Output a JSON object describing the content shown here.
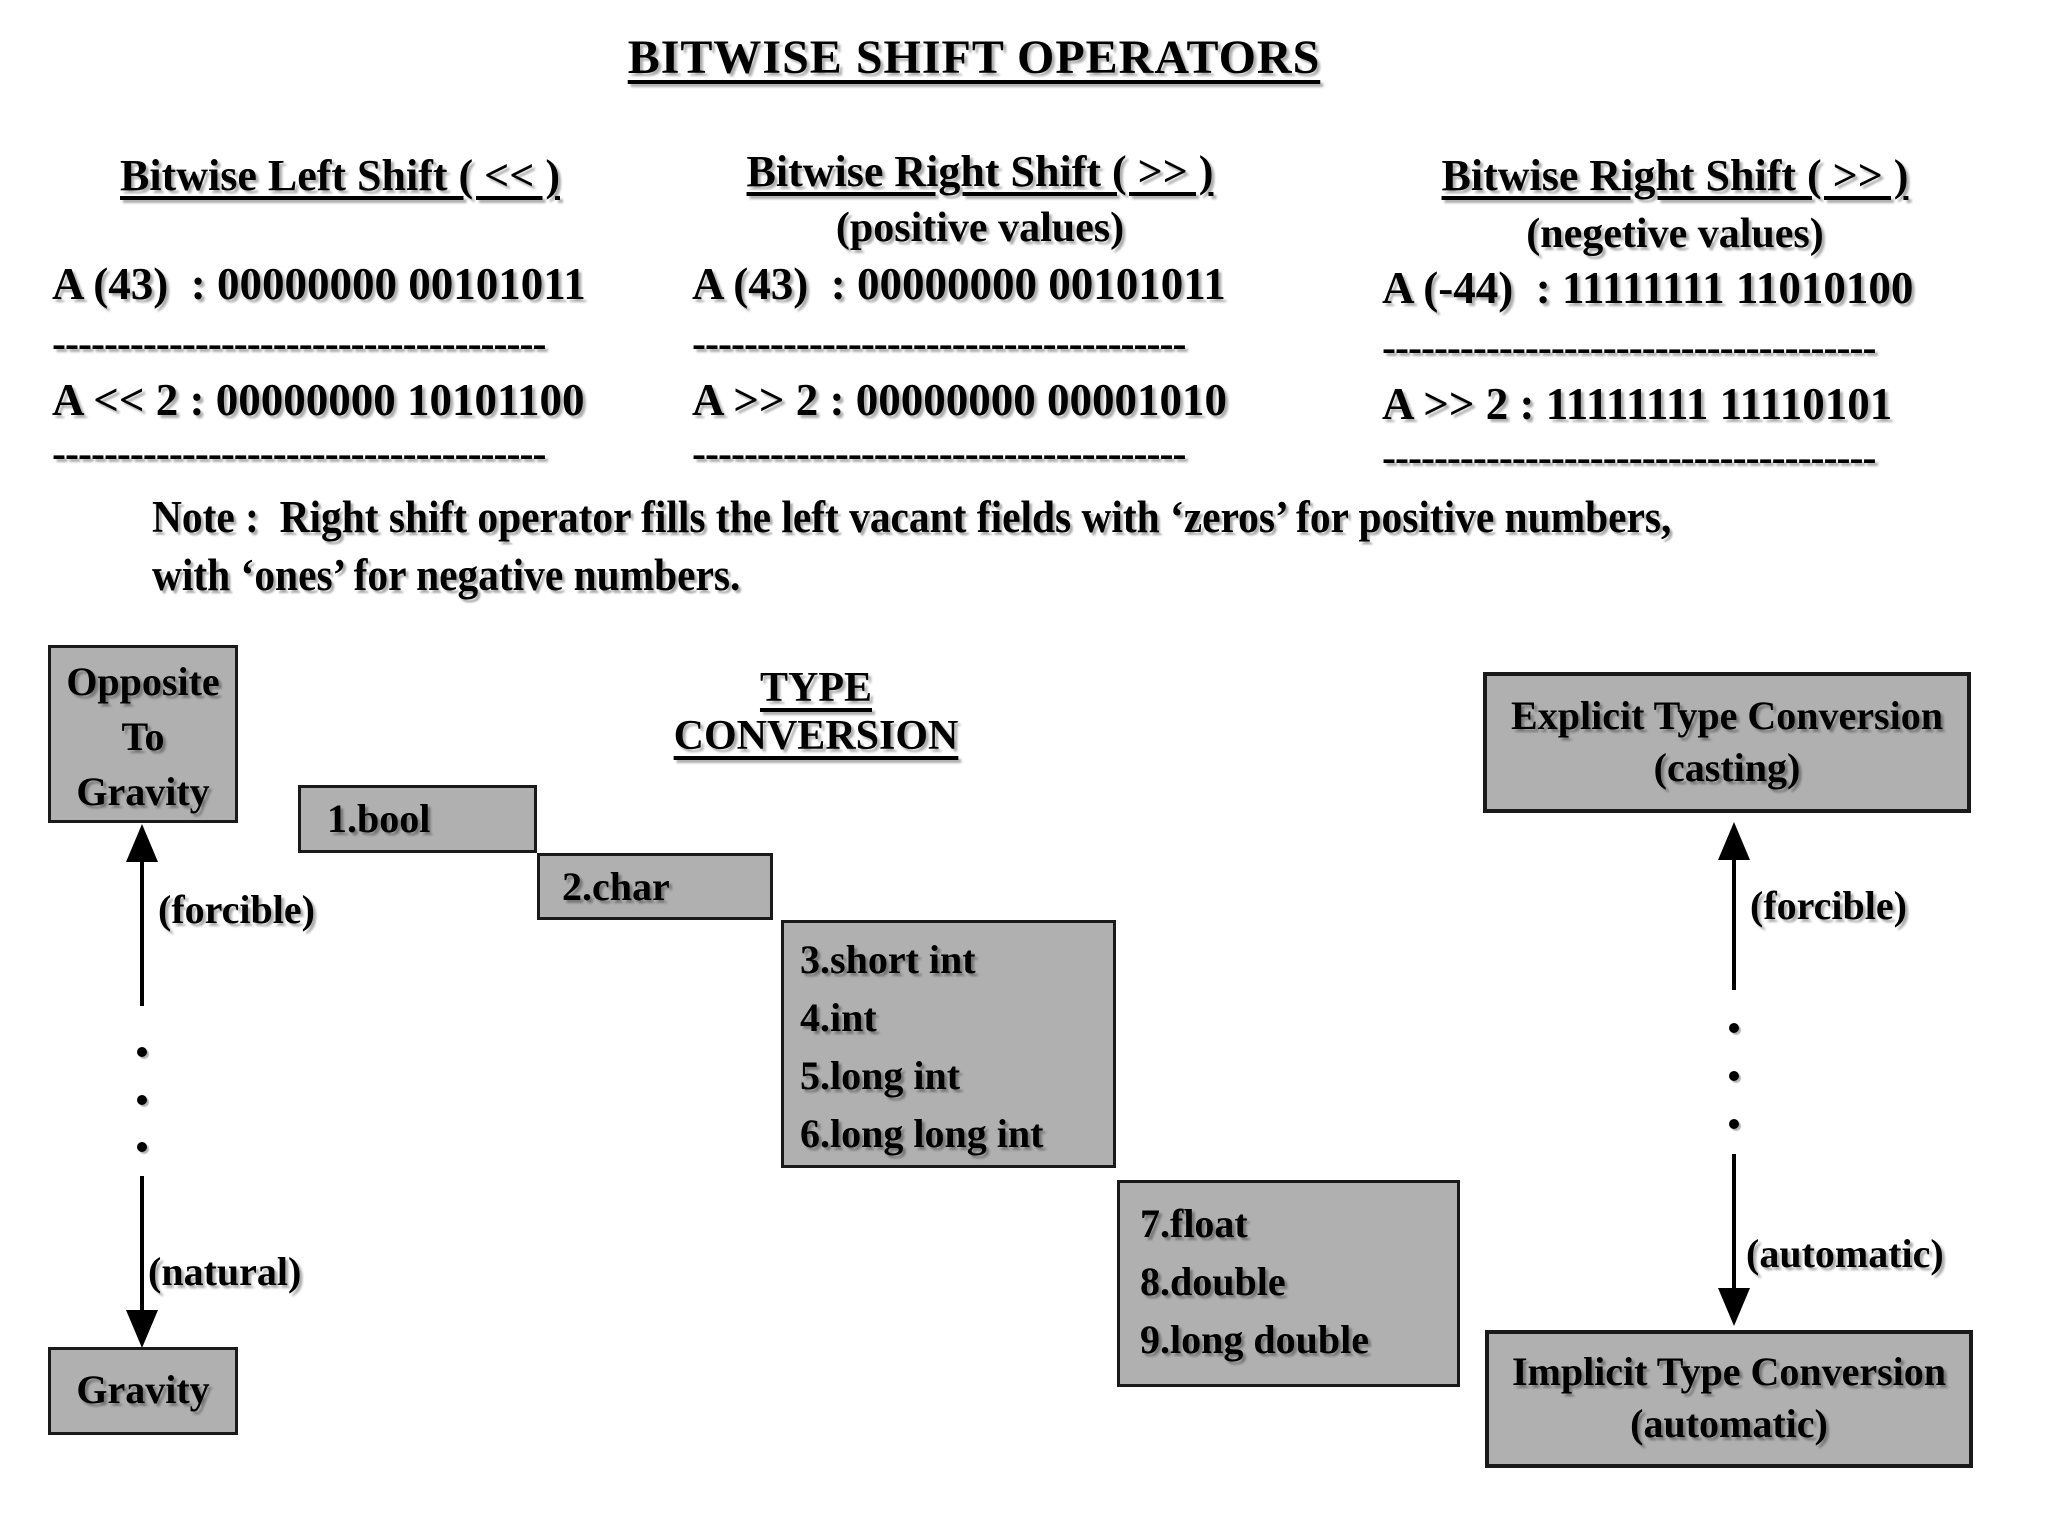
{
  "title": "BITWISE SHIFT OPERATORS",
  "bitwise": {
    "dash_line": "--------------------------------------",
    "columns": [
      {
        "heading": "Bitwise Left Shift ( << )",
        "subheading": "",
        "row1": "A (43)  : 00000000 00101011",
        "row2": "A << 2 : 00000000 10101100"
      },
      {
        "heading": "Bitwise Right Shift ( >> )",
        "subheading": "(positive values)",
        "row1": "A (43)  : 00000000 00101011",
        "row2": "A >> 2 : 00000000 00001010"
      },
      {
        "heading": "Bitwise Right Shift ( >> )",
        "subheading": "(negetive values)",
        "row1": "A (-44)  : 11111111 11010100",
        "row2": "A >> 2 : 11111111 11110101"
      }
    ],
    "note_line1": "Note :  Right shift operator fills the left vacant fields with ‘zeros’ for positive numbers,",
    "note_line2": "with ‘ones’ for negative numbers."
  },
  "type_conversion": {
    "title": "TYPE CONVERSION",
    "ladder": [
      {
        "line1": "1.bool"
      },
      {
        "line1": "2.char"
      },
      {
        "line1": "3.short int",
        "line2": "4.int",
        "line3": "5.long int",
        "line4": "6.long long int"
      },
      {
        "line1": "7.float",
        "line2": "8.double",
        "line3": "9.long double"
      }
    ],
    "explicit_box_line1": "Explicit Type Conversion",
    "explicit_box_line2": "(casting)",
    "implicit_box_line1": "Implicit Type Conversion",
    "implicit_box_line2": "(automatic)",
    "up_arrow_label": "(forcible)",
    "down_arrow_label": "(automatic)"
  },
  "gravity_analogy": {
    "top_box_line1": "Opposite",
    "top_box_line2": "To",
    "top_box_line3": "Gravity",
    "bottom_box": "Gravity",
    "up_arrow_label": "(forcible)",
    "down_arrow_label": "(natural)"
  },
  "colors": {
    "background": "#ffffff",
    "box_fill": "#b0b0b0",
    "box_border": "#1a1a1a",
    "text": "#000000"
  }
}
